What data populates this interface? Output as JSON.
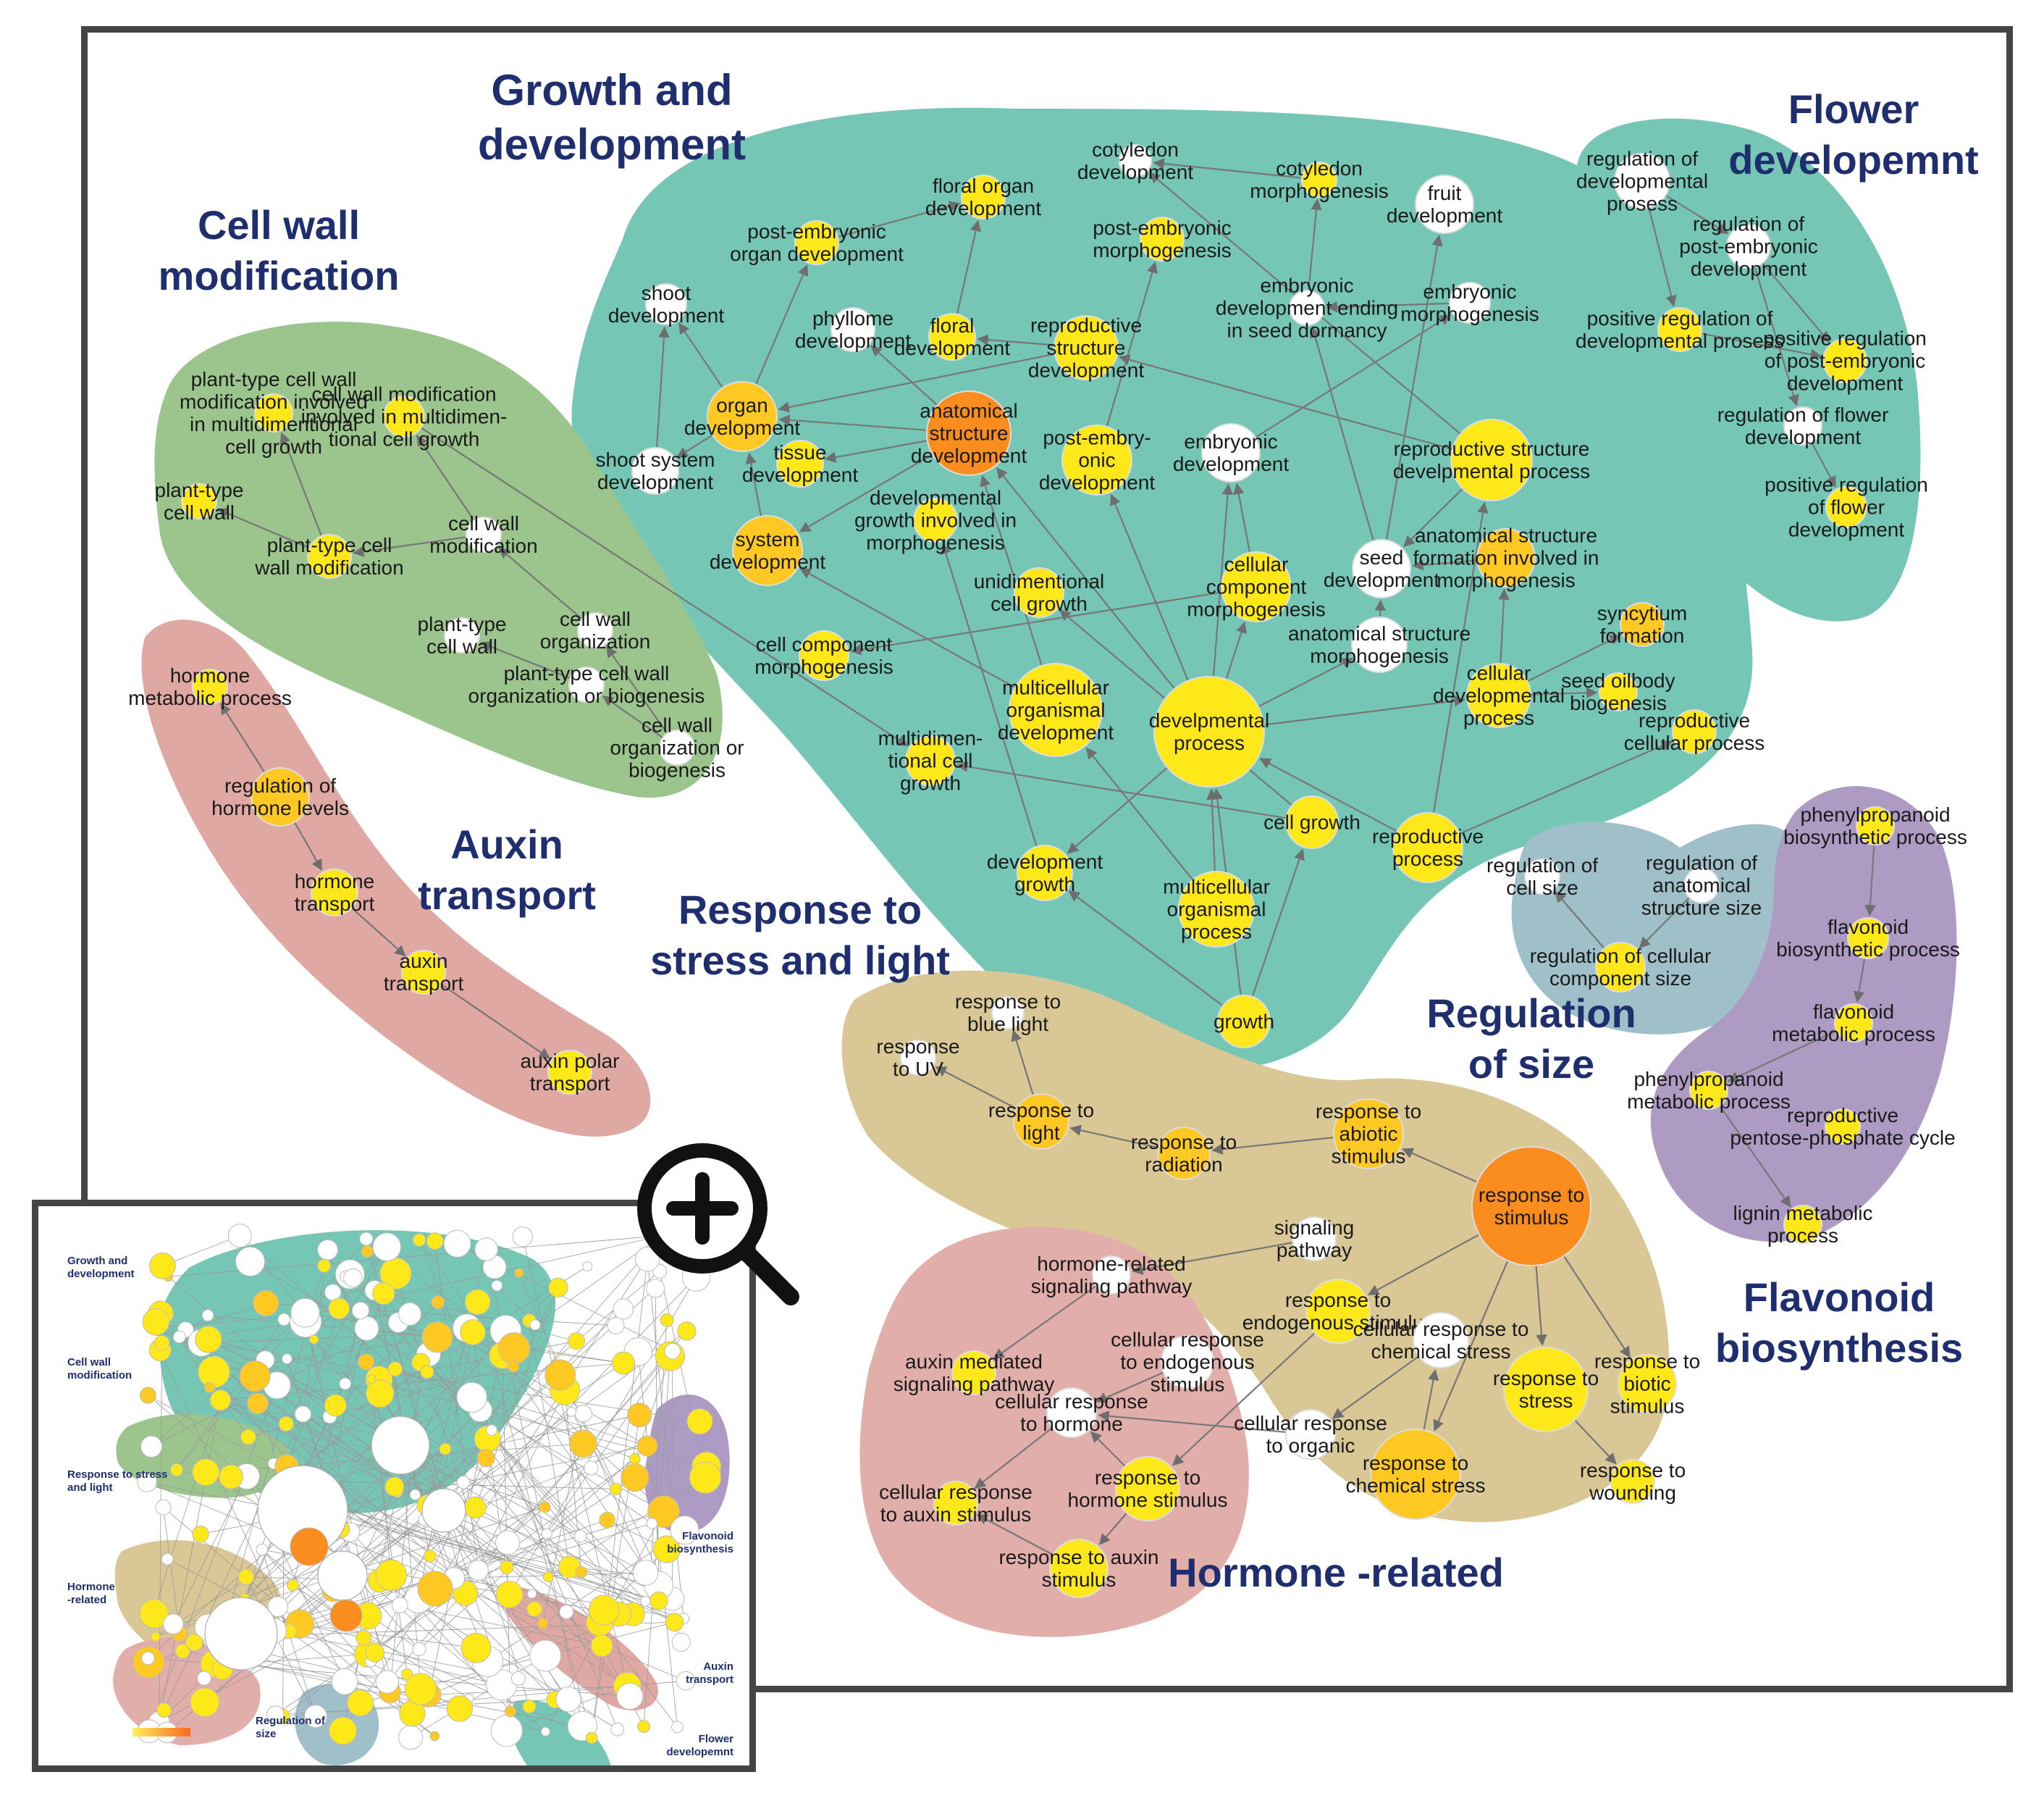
{
  "colors": {
    "growth_blob": "#76c6b6",
    "cellwall_blob": "#9cc58d",
    "auxin_blob": "#e0a8a2",
    "stress_blob": "#d9c795",
    "hormone_blob": "#e2aeaa",
    "size_blob": "#9fbfc9",
    "flavonoid_blob": "#ad9bc4",
    "title": "#1f2e6e",
    "edge": "#777777",
    "node_white": "#ffffff",
    "node_yellow": "#ffe81a",
    "node_amber": "#ffc822",
    "node_orange": "#fb8c1e",
    "frame": "#454545"
  },
  "group_titles": [
    {
      "id": "growth",
      "text": [
        "Growth and",
        "development"
      ]
    },
    {
      "id": "cellwall",
      "text": [
        "Cell wall",
        "modification"
      ]
    },
    {
      "id": "flower",
      "text": [
        "Flower",
        "developemnt"
      ]
    },
    {
      "id": "auxin",
      "text": [
        "Auxin",
        "transport"
      ]
    },
    {
      "id": "stress",
      "text": [
        "Response to",
        "stress and light"
      ]
    },
    {
      "id": "size",
      "text": [
        "Regulation",
        "of size"
      ]
    },
    {
      "id": "flavonoid",
      "text": [
        "Flavonoid",
        "biosynthesis"
      ]
    },
    {
      "id": "hormone",
      "text": [
        "Hormone -related"
      ]
    }
  ],
  "nodes": [
    {
      "id": "floral_organ_dev",
      "label": [
        "floral organ",
        "development"
      ],
      "color": "yellow"
    },
    {
      "id": "cotyledon_dev",
      "label": [
        "cotyledon",
        "development"
      ],
      "color": "white"
    },
    {
      "id": "cotyledon_morph",
      "label": [
        "cotyledon",
        "morphogenesis"
      ],
      "color": "yellow"
    },
    {
      "id": "fruit_dev",
      "label": [
        "fruit",
        "development"
      ],
      "color": "white"
    },
    {
      "id": "post_emb_organ",
      "label": [
        "post-embryonic",
        "organ development"
      ],
      "color": "yellow"
    },
    {
      "id": "post_emb_morph",
      "label": [
        "post-embryonic",
        "morphogenesis"
      ],
      "color": "yellow"
    },
    {
      "id": "shoot_dev",
      "label": [
        "shoot",
        "development"
      ],
      "color": "white"
    },
    {
      "id": "phyllome_dev",
      "label": [
        "phyllome",
        "development"
      ],
      "color": "white"
    },
    {
      "id": "floral_dev",
      "label": [
        "floral",
        "development"
      ],
      "color": "yellow"
    },
    {
      "id": "repro_struct_dev",
      "label": [
        "reproductive",
        "structure",
        "development"
      ],
      "color": "yellow"
    },
    {
      "id": "emb_dev_seed",
      "label": [
        "embryonic",
        "development ending",
        "in seed dormancy"
      ],
      "color": "white"
    },
    {
      "id": "emb_morph",
      "label": [
        "embryonic",
        "morphogenesis"
      ],
      "color": "white"
    },
    {
      "id": "organ_dev",
      "label": [
        "organ",
        "development"
      ],
      "color": "amber"
    },
    {
      "id": "anat_struct_dev",
      "label": [
        "anatomical",
        "structure",
        "development"
      ],
      "color": "orange"
    },
    {
      "id": "shoot_sys_dev",
      "label": [
        "shoot system",
        "development"
      ],
      "color": "white"
    },
    {
      "id": "tissue_dev",
      "label": [
        "tissue",
        "development"
      ],
      "color": "yellow"
    },
    {
      "id": "post_emb_dev",
      "label": [
        "post-embry-",
        "onic",
        "development"
      ],
      "color": "yellow"
    },
    {
      "id": "emb_dev",
      "label": [
        "embryonic",
        "development"
      ],
      "color": "white"
    },
    {
      "id": "repro_struct_proc",
      "label": [
        "reproductive structure",
        "develpmental process"
      ],
      "color": "yellow"
    },
    {
      "id": "system_dev",
      "label": [
        "system",
        "development"
      ],
      "color": "amber"
    },
    {
      "id": "dev_growth_morph",
      "label": [
        "developmental",
        "growth involved in",
        "morphogenesis"
      ],
      "color": "yellow"
    },
    {
      "id": "seed_dev",
      "label": [
        "seed",
        "development"
      ],
      "color": "white"
    },
    {
      "id": "anat_form_morph",
      "label": [
        "anatomical structure",
        "formation involved in",
        "morphogenesis"
      ],
      "color": "amber"
    },
    {
      "id": "unidim_growth",
      "label": [
        "unidimentional",
        "cell growth"
      ],
      "color": "yellow"
    },
    {
      "id": "cell_comp_morph",
      "label": [
        "cellular",
        "component",
        "morphogenesis"
      ],
      "color": "yellow"
    },
    {
      "id": "syncytium",
      "label": [
        "syncytium",
        "formation"
      ],
      "color": "amber"
    },
    {
      "id": "anat_struct_morph",
      "label": [
        "anatomical structure",
        "morphogenesis"
      ],
      "color": "white"
    },
    {
      "id": "cell_component_morph",
      "label": [
        "cell component",
        "morphogenesis"
      ],
      "color": "yellow"
    },
    {
      "id": "cell_dev_proc",
      "label": [
        "cellular",
        "developmental",
        "process"
      ],
      "color": "yellow"
    },
    {
      "id": "seed_oilbody",
      "label": [
        "seed oilbody",
        "biogenesis"
      ],
      "color": "yellow"
    },
    {
      "id": "multicell_dev",
      "label": [
        "multicellular",
        "organismal",
        "development"
      ],
      "color": "yellow"
    },
    {
      "id": "dev_process",
      "label": [
        "develpmental",
        "process"
      ],
      "color": "yellow"
    },
    {
      "id": "multidim_growth",
      "label": [
        "multidimen-",
        "tional cell",
        "growth"
      ],
      "color": "yellow"
    },
    {
      "id": "repro_cell_proc",
      "label": [
        "reproductive",
        "cellular process"
      ],
      "color": "yellow"
    },
    {
      "id": "cell_growth",
      "label": [
        "cell growth"
      ],
      "color": "yellow"
    },
    {
      "id": "repro_proc",
      "label": [
        "reproductive",
        "process"
      ],
      "color": "yellow"
    },
    {
      "id": "dev_growth",
      "label": [
        "development",
        "growth"
      ],
      "color": "yellow"
    },
    {
      "id": "multicell_proc",
      "label": [
        "multicellular",
        "organismal",
        "process"
      ],
      "color": "yellow"
    },
    {
      "id": "growth",
      "label": [
        "growth"
      ],
      "color": "yellow"
    },
    {
      "id": "reg_dev_proc",
      "label": [
        "regulation of",
        "developmental",
        "prosess"
      ],
      "color": "white"
    },
    {
      "id": "reg_post_emb",
      "label": [
        "regulation of",
        "post-embryonic",
        "development"
      ],
      "color": "white"
    },
    {
      "id": "pos_reg_dev",
      "label": [
        "positive regulation of",
        "developmental prosess"
      ],
      "color": "yellow"
    },
    {
      "id": "pos_reg_post_emb",
      "label": [
        "positive regulation",
        "of post-embryonic",
        "development"
      ],
      "color": "yellow"
    },
    {
      "id": "reg_flower",
      "label": [
        "regulation of flower",
        "development"
      ],
      "color": "white"
    },
    {
      "id": "pos_reg_flower",
      "label": [
        "positive regulation",
        "of flower",
        "development"
      ],
      "color": "yellow"
    },
    {
      "id": "pt_cw_multi",
      "label": [
        "plant-type cell wall",
        "modification involved",
        "in multidimentional",
        "cell growth"
      ],
      "color": "yellow"
    },
    {
      "id": "cw_mod_multi",
      "label": [
        "cell wall modification",
        "involved in multidimen-",
        "tional cell growth"
      ],
      "color": "yellow"
    },
    {
      "id": "pt_cell_wall",
      "label": [
        "plant-type",
        "cell wall"
      ],
      "color": "yellow"
    },
    {
      "id": "cw_mod",
      "label": [
        "cell wall",
        "modification"
      ],
      "color": "white"
    },
    {
      "id": "pt_cw_mod",
      "label": [
        "plant-type cell",
        "wall modification"
      ],
      "color": "yellow"
    },
    {
      "id": "cw_org",
      "label": [
        "cell wall",
        "organization"
      ],
      "color": "white"
    },
    {
      "id": "pt_cell_wall2",
      "label": [
        "plant-type",
        "cell wall"
      ],
      "color": "white"
    },
    {
      "id": "pt_cw_org",
      "label": [
        "plant-type cell wall",
        "organization or biogenesis"
      ],
      "color": "white"
    },
    {
      "id": "cw_org_bio",
      "label": [
        "cell wall",
        "organization or",
        "biogenesis"
      ],
      "color": "white"
    },
    {
      "id": "hormone_met",
      "label": [
        "hormone",
        "metabolic process"
      ],
      "color": "yellow"
    },
    {
      "id": "reg_hormone",
      "label": [
        "regulation of",
        "hormone levels"
      ],
      "color": "amber"
    },
    {
      "id": "hormone_transport",
      "label": [
        "hormone",
        "transport"
      ],
      "color": "yellow"
    },
    {
      "id": "auxin_transport",
      "label": [
        "auxin",
        "transport"
      ],
      "color": "yellow"
    },
    {
      "id": "auxin_polar",
      "label": [
        "auxin polar",
        "transport"
      ],
      "color": "yellow"
    },
    {
      "id": "resp_blue",
      "label": [
        "response to",
        "blue light"
      ],
      "color": "white"
    },
    {
      "id": "resp_uv",
      "label": [
        "response",
        "to UV"
      ],
      "color": "white"
    },
    {
      "id": "resp_light",
      "label": [
        "response to",
        "light"
      ],
      "color": "amber"
    },
    {
      "id": "resp_radiation",
      "label": [
        "response to",
        "radiation"
      ],
      "color": "amber"
    },
    {
      "id": "resp_abiotic",
      "label": [
        "response to",
        "abiotic",
        "stimulus"
      ],
      "color": "amber"
    },
    {
      "id": "resp_stimulus",
      "label": [
        "response to",
        "stimulus"
      ],
      "color": "orange"
    },
    {
      "id": "reg_cell_size",
      "label": [
        "regulation of",
        "cell size"
      ],
      "color": "white"
    },
    {
      "id": "reg_anat_size",
      "label": [
        "regulation of",
        "anatomical",
        "structure  size"
      ],
      "color": "white"
    },
    {
      "id": "reg_cell_comp_size",
      "label": [
        "regulation of cellular",
        "component size"
      ],
      "color": "yellow"
    },
    {
      "id": "phenylprop_bio",
      "label": [
        "phenylpropanoid",
        "biosynthetic process"
      ],
      "color": "yellow"
    },
    {
      "id": "flavonoid_bio",
      "label": [
        "flavonoid",
        "biosynthetic process"
      ],
      "color": "yellow"
    },
    {
      "id": "flavonoid_met",
      "label": [
        "flavonoid",
        "metabolic process"
      ],
      "color": "yellow"
    },
    {
      "id": "phenylprop_met",
      "label": [
        "phenylpropanoid",
        "metabolic process"
      ],
      "color": "yellow"
    },
    {
      "id": "repro_ppp",
      "label": [
        "reproductive",
        "pentose-phosphate cycle"
      ],
      "color": "yellow"
    },
    {
      "id": "lignin_met",
      "label": [
        "lignin metabolic",
        "process"
      ],
      "color": "yellow"
    },
    {
      "id": "signaling",
      "label": [
        "signaling",
        "pathway"
      ],
      "color": "white"
    },
    {
      "id": "hormone_signaling",
      "label": [
        "hormone-related",
        "signaling pathway"
      ],
      "color": "white"
    },
    {
      "id": "resp_endog",
      "label": [
        "response to",
        "endogenous stimulus"
      ],
      "color": "yellow"
    },
    {
      "id": "cell_resp_endog",
      "label": [
        "cellular response",
        "to endogenous",
        "stimulus"
      ],
      "color": "white"
    },
    {
      "id": "cell_resp_chem",
      "label": [
        "cellular response to",
        "chemical stress"
      ],
      "color": "white"
    },
    {
      "id": "auxin_signaling",
      "label": [
        "auxin mediated",
        "signaling pathway"
      ],
      "color": "yellow"
    },
    {
      "id": "cell_resp_hormone",
      "label": [
        "cellular response",
        "to hormone"
      ],
      "color": "white"
    },
    {
      "id": "resp_stress",
      "label": [
        "response to",
        "stress"
      ],
      "color": "yellow"
    },
    {
      "id": "resp_biotic",
      "label": [
        "response to",
        "biotic",
        "stimulus"
      ],
      "color": "yellow"
    },
    {
      "id": "cell_resp_organic",
      "label": [
        "cellular response",
        "to organic"
      ],
      "color": "white"
    },
    {
      "id": "cell_resp_auxin",
      "label": [
        "cellular response",
        "to auxin stimulus"
      ],
      "color": "yellow"
    },
    {
      "id": "resp_hormone",
      "label": [
        "response to",
        "hormone stimulus"
      ],
      "color": "yellow"
    },
    {
      "id": "resp_chem",
      "label": [
        "response to",
        "chemical stress"
      ],
      "color": "amber"
    },
    {
      "id": "resp_wounding",
      "label": [
        "response to",
        "wounding"
      ],
      "color": "yellow"
    },
    {
      "id": "resp_auxin",
      "label": [
        "response to auxin",
        "stimulus"
      ],
      "color": "yellow"
    }
  ],
  "edges": [
    [
      "post_emb_organ",
      "floral_organ_dev"
    ],
    [
      "floral_dev",
      "floral_organ_dev"
    ],
    [
      "cotyledon_morph",
      "cotyledon_dev"
    ],
    [
      "emb_dev_seed",
      "cotyledon_morph"
    ],
    [
      "seed_dev",
      "fruit_dev"
    ],
    [
      "organ_dev",
      "post_emb_organ"
    ],
    [
      "organ_dev",
      "shoot_dev"
    ],
    [
      "anat_struct_dev",
      "phyllome_dev"
    ],
    [
      "repro_struct_dev",
      "floral_dev"
    ],
    [
      "post_emb_dev",
      "post_emb_morph"
    ],
    [
      "seed_dev",
      "emb_dev_seed"
    ],
    [
      "emb_dev",
      "emb_morph"
    ],
    [
      "anat_struct_dev",
      "organ_dev"
    ],
    [
      "system_dev",
      "organ_dev"
    ],
    [
      "anat_struct_dev",
      "tissue_dev"
    ],
    [
      "anat_struct_dev",
      "system_dev"
    ],
    [
      "dev_process",
      "anat_struct_dev"
    ],
    [
      "multicell_dev",
      "anat_struct_dev"
    ],
    [
      "repro_struct_proc",
      "repro_struct_dev"
    ],
    [
      "repro_struct_proc",
      "seed_dev"
    ],
    [
      "dev_process",
      "emb_dev"
    ],
    [
      "cell_comp_morph",
      "emb_dev"
    ],
    [
      "dev_process",
      "post_emb_dev"
    ],
    [
      "anat_struct_morph",
      "seed_dev"
    ],
    [
      "anat_form_morph",
      "seed_dev"
    ],
    [
      "cell_dev_proc",
      "anat_form_morph"
    ],
    [
      "cell_dev_proc",
      "syncytium"
    ],
    [
      "dev_process",
      "cell_comp_morph"
    ],
    [
      "cell_growth",
      "unidim_growth"
    ],
    [
      "dev_process",
      "anat_struct_morph"
    ],
    [
      "cell_dev_proc",
      "seed_oilbody"
    ],
    [
      "repro_proc",
      "repro_cell_proc"
    ],
    [
      "multicell_proc",
      "multicell_dev"
    ],
    [
      "growth",
      "cell_growth"
    ],
    [
      "cell_growth",
      "multidim_growth"
    ],
    [
      "growth",
      "dev_growth"
    ],
    [
      "dev_process",
      "dev_growth"
    ],
    [
      "repro_proc",
      "dev_process"
    ],
    [
      "multicell_proc",
      "dev_process"
    ],
    [
      "multicell_dev",
      "system_dev"
    ],
    [
      "growth",
      "dev_process"
    ],
    [
      "dev_process",
      "cell_dev_proc"
    ],
    [
      "repro_proc",
      "repro_struct_proc"
    ],
    [
      "dev_growth",
      "dev_growth_morph"
    ],
    [
      "shoot_sys_dev",
      "shoot_dev"
    ],
    [
      "organ_dev",
      "shoot_sys_dev"
    ],
    [
      "reg_dev_proc",
      "reg_post_emb"
    ],
    [
      "reg_dev_proc",
      "pos_reg_dev"
    ],
    [
      "pos_reg_dev",
      "pos_reg_post_emb"
    ],
    [
      "reg_post_emb",
      "reg_flower"
    ],
    [
      "reg_flower",
      "pos_reg_flower"
    ],
    [
      "reg_post_emb",
      "pos_reg_post_emb"
    ],
    [
      "cw_mod",
      "cw_mod_multi"
    ],
    [
      "pt_cw_mod",
      "pt_cw_multi"
    ],
    [
      "pt_cw_mod",
      "pt_cell_wall"
    ],
    [
      "cw_mod",
      "pt_cw_mod"
    ],
    [
      "cw_org",
      "cw_mod"
    ],
    [
      "pt_cw_org",
      "pt_cell_wall2"
    ],
    [
      "cw_org_bio",
      "pt_cw_org"
    ],
    [
      "cw_org_bio",
      "cw_org"
    ],
    [
      "cw_mod_multi",
      "multidim_growth"
    ],
    [
      "reg_hormone",
      "hormone_met"
    ],
    [
      "reg_hormone",
      "hormone_transport"
    ],
    [
      "hormone_transport",
      "auxin_transport"
    ],
    [
      "auxin_transport",
      "auxin_polar"
    ],
    [
      "resp_light",
      "resp_blue"
    ],
    [
      "resp_light",
      "resp_uv"
    ],
    [
      "resp_radiation",
      "resp_light"
    ],
    [
      "resp_abiotic",
      "resp_radiation"
    ],
    [
      "resp_stimulus",
      "resp_abiotic"
    ],
    [
      "reg_cell_comp_size",
      "reg_cell_size"
    ],
    [
      "reg_anat_size",
      "reg_cell_comp_size"
    ],
    [
      "phenylprop_bio",
      "flavonoid_bio"
    ],
    [
      "flavonoid_bio",
      "flavonoid_met"
    ],
    [
      "flavonoid_met",
      "phenylprop_met"
    ],
    [
      "phenylprop_met",
      "lignin_met"
    ],
    [
      "resp_stimulus",
      "resp_stress"
    ],
    [
      "resp_stimulus",
      "resp_biotic"
    ],
    [
      "resp_stimulus",
      "resp_chem"
    ],
    [
      "resp_stimulus",
      "resp_endog"
    ],
    [
      "resp_stress",
      "resp_wounding"
    ],
    [
      "resp_chem",
      "cell_resp_chem"
    ],
    [
      "signaling",
      "hormone_signaling"
    ],
    [
      "hormone_signaling",
      "auxin_signaling"
    ],
    [
      "cell_resp_endog",
      "cell_resp_hormone"
    ],
    [
      "resp_endog",
      "resp_hormone"
    ],
    [
      "cell_resp_hormone",
      "cell_resp_auxin"
    ],
    [
      "resp_hormone",
      "resp_auxin"
    ],
    [
      "cell_resp_organic",
      "cell_resp_hormone"
    ],
    [
      "cell_resp_chem",
      "cell_resp_organic"
    ],
    [
      "resp_hormone",
      "cell_resp_hormone"
    ],
    [
      "resp_auxin",
      "cell_resp_auxin"
    ],
    [
      "repro_struct_proc",
      "cotyledon_dev"
    ],
    [
      "emb_morph",
      "emb_dev_seed"
    ],
    [
      "repro_struct_dev",
      "organ_dev"
    ],
    [
      "cell_comp_morph",
      "cell_component_morph"
    ]
  ],
  "inset": {
    "titles": [
      "Growth and development",
      "Cell wall modification",
      "Response to stress and light",
      "Hormone -related",
      "Flavonoid biosynthesis",
      "Auxin transport",
      "Regulation of size",
      "Flower developemnt"
    ]
  }
}
